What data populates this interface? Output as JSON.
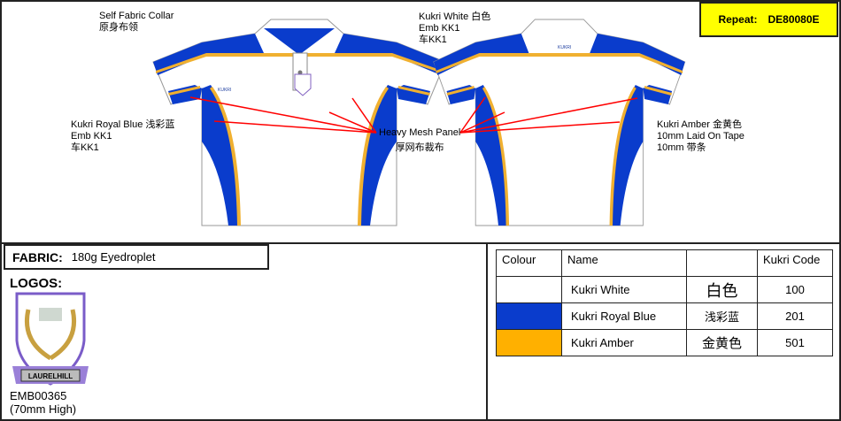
{
  "repeat": {
    "label": "Repeat:",
    "code": "DE80080E"
  },
  "annotations": {
    "collar": [
      "Self Fabric Collar",
      "原身布领"
    ],
    "white": [
      "Kukri White  白色",
      "Emb KK1",
      "车KK1"
    ],
    "royal": [
      "Kukri Royal Blue  浅彩蓝",
      "Emb KK1",
      "车KK1"
    ],
    "mesh": [
      "Heavy Mesh Panel",
      "厚网布裁布"
    ],
    "amber": [
      "Kukri Amber  金黄色",
      "10mm Laid On Tape",
      "10mm 带条"
    ]
  },
  "shirt_brand": "KUKRI",
  "fabric": {
    "label": "FABRIC:",
    "value": "180g Eyedroplet"
  },
  "logos": {
    "label": "LOGOS:",
    "banner": "LAURELHILL",
    "code": "EMB00365",
    "size": "(70mm High)"
  },
  "colour_table": {
    "headers": [
      "Colour",
      "Name",
      "",
      "Kukri Code"
    ],
    "rows": [
      {
        "swatch": "#ffffff",
        "name": "Kukri White",
        "cn": "白色",
        "code": "100"
      },
      {
        "swatch": "#0a3ccc",
        "name": "Kukri Royal Blue",
        "cn": "浅彩蓝",
        "code": "201"
      },
      {
        "swatch": "#ffb000",
        "name": "Kukri Amber",
        "cn": "金黄色",
        "code": "501"
      }
    ]
  },
  "colors": {
    "blue": "#0a3ccc",
    "amber": "#f0b030",
    "line": "#ff0000"
  }
}
